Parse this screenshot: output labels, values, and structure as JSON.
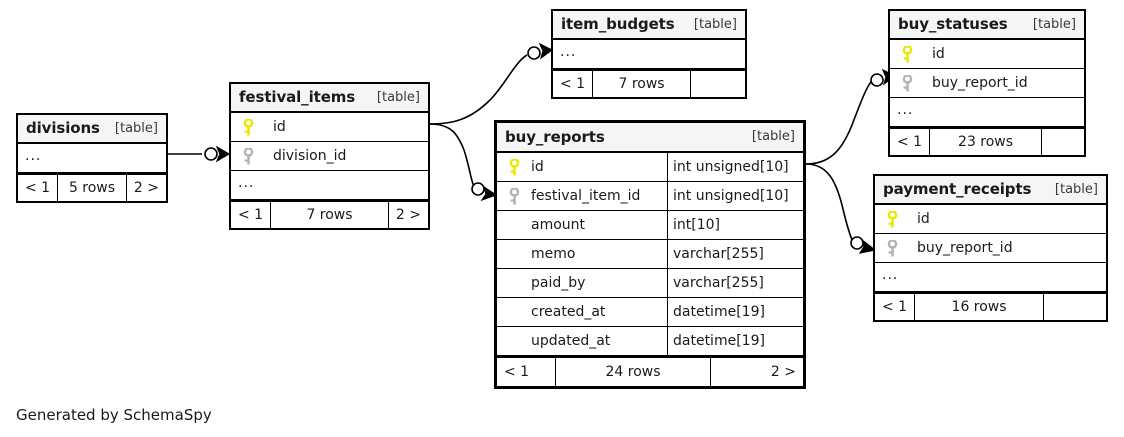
{
  "diagram": {
    "caption": "Generated by SchemaSpy",
    "table_tag": "[table]",
    "ellipsis": "...",
    "colors": {
      "primary_key": "#e8e800",
      "foreign_key": "#b3b3b3",
      "header_bg": "#f5f5f5",
      "border": "#000000",
      "background": "#ffffff",
      "text": "#1a1a1a"
    }
  },
  "tables": {
    "divisions": {
      "name": "divisions",
      "tag": "[table]",
      "rows": [
        {
          "key": "none",
          "label": "...",
          "type": ""
        }
      ],
      "footer": {
        "prev": "< 1",
        "count": "5 rows",
        "next": "2 >"
      }
    },
    "festival_items": {
      "name": "festival_items",
      "tag": "[table]",
      "rows": [
        {
          "key": "primary",
          "label": "id",
          "type": ""
        },
        {
          "key": "foreign",
          "label": "division_id",
          "type": ""
        },
        {
          "key": "none",
          "label": "...",
          "type": ""
        }
      ],
      "footer": {
        "prev": "< 1",
        "count": "7 rows",
        "next": "2 >"
      }
    },
    "item_budgets": {
      "name": "item_budgets",
      "tag": "[table]",
      "rows": [
        {
          "key": "none",
          "label": "...",
          "type": ""
        }
      ],
      "footer": {
        "prev": "< 1",
        "count": "7 rows",
        "next": ""
      }
    },
    "buy_reports": {
      "name": "buy_reports",
      "tag": "[table]",
      "rows": [
        {
          "key": "primary",
          "label": "id",
          "type": "int unsigned[10]"
        },
        {
          "key": "foreign",
          "label": "festival_item_id",
          "type": "int unsigned[10]"
        },
        {
          "key": "none",
          "label": "amount",
          "type": "int[10]"
        },
        {
          "key": "none",
          "label": "memo",
          "type": "varchar[255]"
        },
        {
          "key": "none",
          "label": "paid_by",
          "type": "varchar[255]"
        },
        {
          "key": "none",
          "label": "created_at",
          "type": "datetime[19]"
        },
        {
          "key": "none",
          "label": "updated_at",
          "type": "datetime[19]"
        }
      ],
      "footer": {
        "prev": "< 1",
        "count": "24 rows",
        "next": "2 >"
      }
    },
    "buy_statuses": {
      "name": "buy_statuses",
      "tag": "[table]",
      "rows": [
        {
          "key": "primary",
          "label": "id",
          "type": ""
        },
        {
          "key": "foreign",
          "label": "buy_report_id",
          "type": ""
        },
        {
          "key": "none",
          "label": "...",
          "type": ""
        }
      ],
      "footer": {
        "prev": "< 1",
        "count": "23 rows",
        "next": ""
      }
    },
    "payment_receipts": {
      "name": "payment_receipts",
      "tag": "[table]",
      "rows": [
        {
          "key": "primary",
          "label": "id",
          "type": ""
        },
        {
          "key": "foreign",
          "label": "buy_report_id",
          "type": ""
        },
        {
          "key": "none",
          "label": "...",
          "type": ""
        }
      ],
      "footer": {
        "prev": "< 1",
        "count": "16 rows",
        "next": ""
      }
    }
  },
  "relationships": [
    {
      "from": "divisions",
      "to": "festival_items",
      "notation": "zero-or-many"
    },
    {
      "from": "festival_items",
      "to": "item_budgets",
      "notation": "zero-or-many"
    },
    {
      "from": "festival_items",
      "to": "buy_reports",
      "notation": "zero-or-many"
    },
    {
      "from": "buy_reports",
      "to": "buy_statuses",
      "notation": "zero-or-many"
    },
    {
      "from": "buy_reports",
      "to": "payment_receipts",
      "notation": "zero-or-many"
    }
  ]
}
